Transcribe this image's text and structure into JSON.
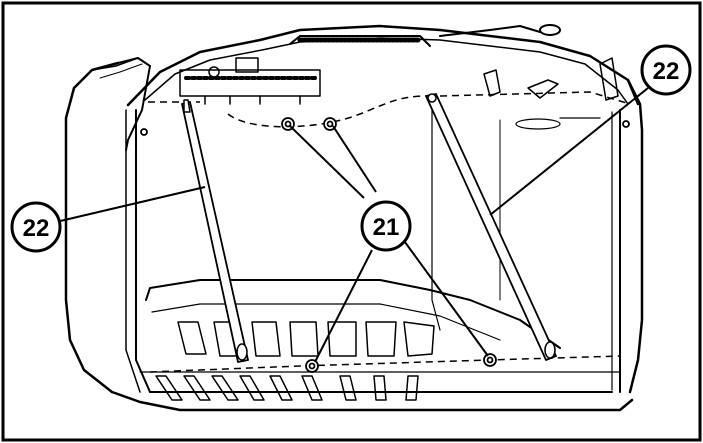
{
  "figure": {
    "subject": "mower-housing-interior",
    "callouts": [
      {
        "id": "callout-22-right",
        "label": "22"
      },
      {
        "id": "callout-22-left",
        "label": "22"
      },
      {
        "id": "callout-21-center",
        "label": "21"
      }
    ]
  },
  "colors": {
    "ink": "#000000",
    "background": "#ffffff",
    "frame": "#000000"
  }
}
